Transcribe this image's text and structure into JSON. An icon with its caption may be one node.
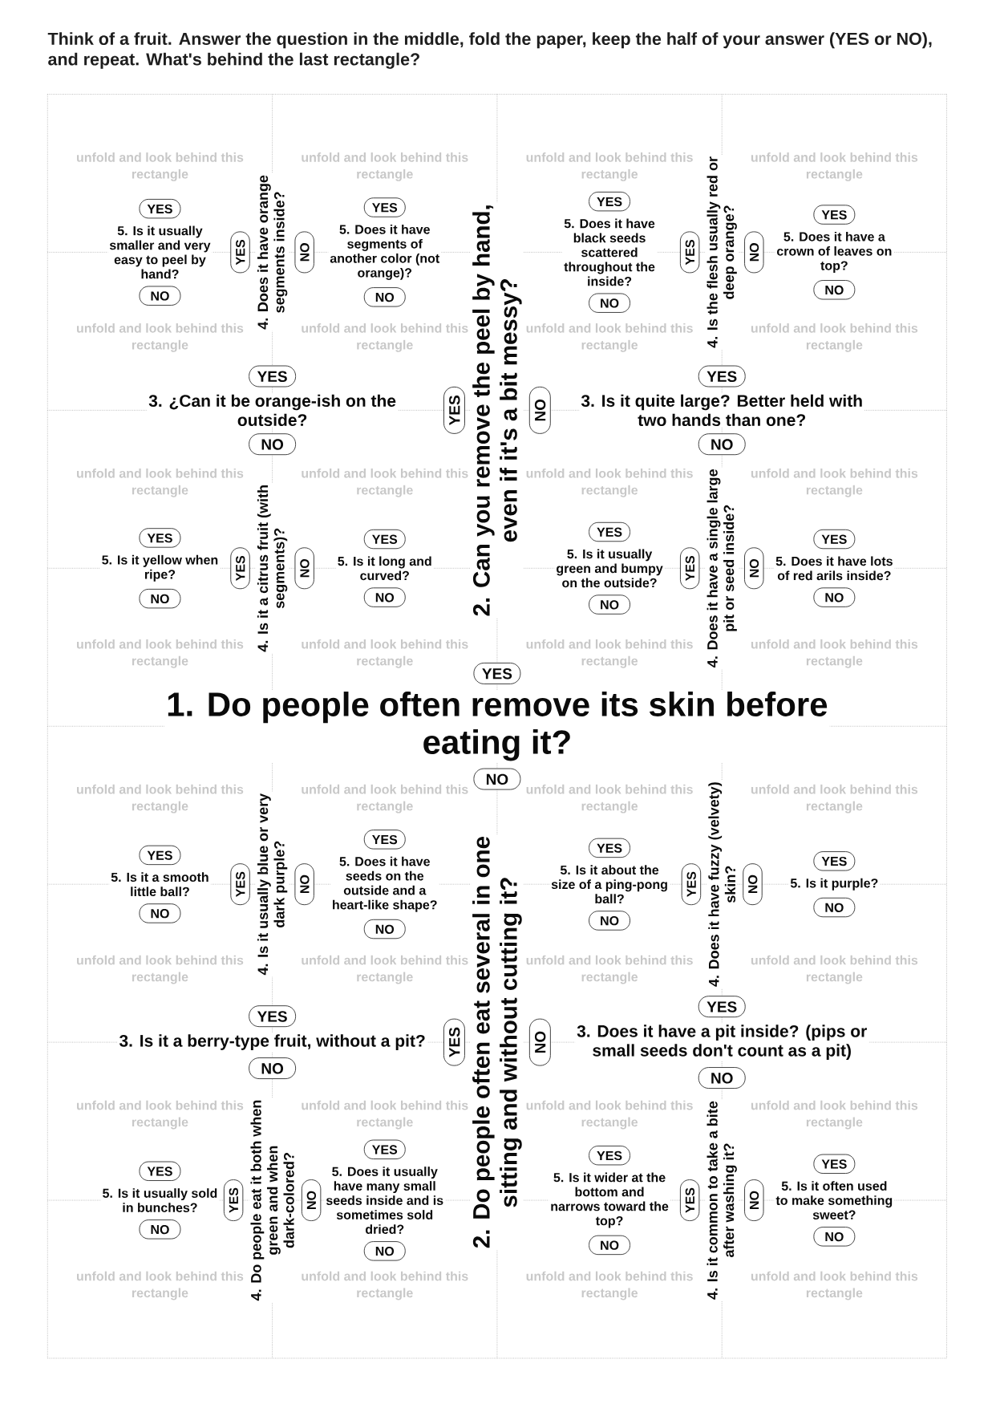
{
  "diagram": {
    "title": "Think of a fruit. Answer the question in the middle, fold the paper, keep the half of your answer (YES or NO), and repeat. What's behind the last rectangle?",
    "nodes": [
      {
        "text": [
          "YES"
        ]
      },
      {
        "text": [
          "NO"
        ]
      },
      {
        "text": [
          "YES"
        ]
      },
      {
        "text": [
          "NO"
        ]
      },
      {
        "text": [
          "YES"
        ]
      },
      {
        "text": [
          "NO"
        ]
      },
      {
        "text": [
          "YES"
        ]
      },
      {
        "text": [
          "NO"
        ]
      },
      {
        "text": [
          "YES"
        ]
      },
      {
        "text": [
          "NO"
        ]
      },
      {
        "text": [
          "YES"
        ]
      },
      {
        "text": [
          "NO"
        ]
      },
      {
        "text": [
          "YES"
        ]
      },
      {
        "text": [
          "NO"
        ]
      },
      {
        "text": [
          "YES"
        ]
      },
      {
        "text": [
          "NO"
        ]
      },
      {
        "text": [
          "YES"
        ]
      },
      {
        "text": [
          "NO"
        ]
      },
      {
        "text": [
          "YES"
        ]
      },
      {
        "text": [
          "NO"
        ]
      },
      {
        "text": [
          "YES"
        ]
      },
      {
        "text": [
          "NO"
        ]
      },
      {
        "text": [
          "YES"
        ]
      },
      {
        "text": [
          "NO"
        ]
      },
      {
        "text": [
          "YES"
        ]
      },
      {
        "text": [
          "NO"
        ]
      },
      {
        "text": [
          "YES"
        ]
      },
      {
        "text": [
          "NO"
        ]
      },
      {
        "text": [
          "YES"
        ]
      },
      {
        "text": [
          "NO"
        ]
      },
      {
        "text": [
          "YES"
        ]
      },
      {
        "text": [
          "NO"
        ]
      },
      {
        "text": [
          "YES"
        ]
      },
      {
        "text": [
          "NO"
        ]
      },
      {
        "text": [
          "YES"
        ]
      },
      {
        "text": [
          "NO"
        ]
      },
      {
        "text": [
          "YES"
        ]
      },
      {
        "text": [
          "NO"
        ]
      },
      {
        "text": [
          "YES"
        ]
      },
      {
        "text": [
          "NO"
        ]
      },
      {
        "text": [
          "YES"
        ]
      },
      {
        "text": [
          "NO"
        ]
      },
      {
        "text": [
          "YES"
        ]
      },
      {
        "text": [
          "NO"
        ]
      },
      {
        "text": [
          "YES"
        ]
      },
      {
        "text": [
          "NO"
        ]
      },
      {
        "text": [
          "YES"
        ]
      },
      {
        "text": [
          "NO"
        ]
      },
      {
        "text": [
          "YES"
        ]
      },
      {
        "text": [
          "NO"
        ]
      },
      {
        "text": [
          "YES"
        ]
      },
      {
        "text": [
          "NO"
        ]
      },
      {
        "text": [
          "YES"
        ]
      },
      {
        "text": [
          "NO"
        ]
      },
      {
        "text": [
          "YES"
        ]
      },
      {
        "text": [
          "NO"
        ]
      },
      {
        "text": [
          "YES"
        ]
      },
      {
        "text": [
          "NO"
        ]
      },
      {
        "text": [
          "YES"
        ]
      },
      {
        "text": [
          "NO"
        ]
      },
      {
        "text": [
          "YES"
        ]
      },
      {
        "text": [
          "NO"
        ]
      }
    ],
    "labels": [
      "1. Do people often remove its skin before eating it?",
      "2. Can you remove the peel by hand, even if it's a bit messy?",
      "3. ¿Can it be orange-ish on the outside?",
      "4. Does it have orange segments inside?",
      "5. Is it usually smaller and very easy to peel by hand?",
      "unfold and look behind this rectangle",
      "unfold and look behind this rectangle",
      "5. Does it have segments of another color (not orange)?",
      "unfold and look behind this rectangle",
      "unfold and look behind this rectangle",
      "4. Is it a citrus fruit (with segments)?",
      "5. Is it yellow when ripe?",
      "unfold and look behind this rectangle",
      "unfold and look behind this rectangle",
      "5. Is it long and curved?",
      "unfold and look behind this rectangle",
      "unfold and look behind this rectangle",
      "3. Is it quite large? Better held with two hands than one?",
      "4. Is the flesh usually red or deep orange?",
      "5. Does it have black seeds scattered throughout the inside?",
      "unfold and look behind this rectangle",
      "unfold and look behind this rectangle",
      "5. Does it have a crown of leaves on top?",
      "unfold and look behind this rectangle",
      "unfold and look behind this rectangle",
      "4. Does it have a single large pit or seed inside?",
      "5. Is it usually green and bumpy on the outside?",
      "unfold and look behind this rectangle",
      "unfold and look behind this rectangle",
      "5. Does it have lots of red arils inside?",
      "unfold and look behind this rectangle",
      "unfold and look behind this rectangle",
      "2. Do people often eat several in one sitting and without cutting it?",
      "3. Is it a berry-type fruit, without a pit?",
      "4. Is it usually blue or very dark purple?",
      "5. Is it a smooth little ball?",
      "unfold and look behind this rectangle",
      "unfold and look behind this rectangle",
      "5. Does it have seeds on the outside and a heart-like shape?",
      "unfold and look behind this rectangle",
      "unfold and look behind this rectangle",
      "4. Do people eat it both when green and when dark-colored?",
      "5. Is it usually sold in bunches?",
      "unfold and look behind this rectangle",
      "unfold and look behind this rectangle",
      "5. Does it usually have many small seeds inside and is sometimes sold dried?",
      "unfold and look behind this rectangle",
      "unfold and look behind this rectangle",
      "3. Does it have a pit inside? (pips or small seeds don't count as a pit)",
      "4. Does it have fuzzy (velvety) skin?",
      "5. Is it about the size of a ping-pong ball?",
      "unfold and look behind this rectangle",
      "unfold and look behind this rectangle",
      "5. Is it purple?",
      "unfold and look behind this rectangle",
      "unfold and look behind this rectangle",
      "4. Is it common to take a bite after washing it?",
      "5. Is it wider at the bottom and narrows toward the top?",
      "unfold and look behind this rectangle",
      "unfold and look behind this rectangle",
      "5. Is it often used to make something sweet?",
      "unfold and look behind this rectangle",
      "unfold and look behind this rectangle"
    ]
  }
}
